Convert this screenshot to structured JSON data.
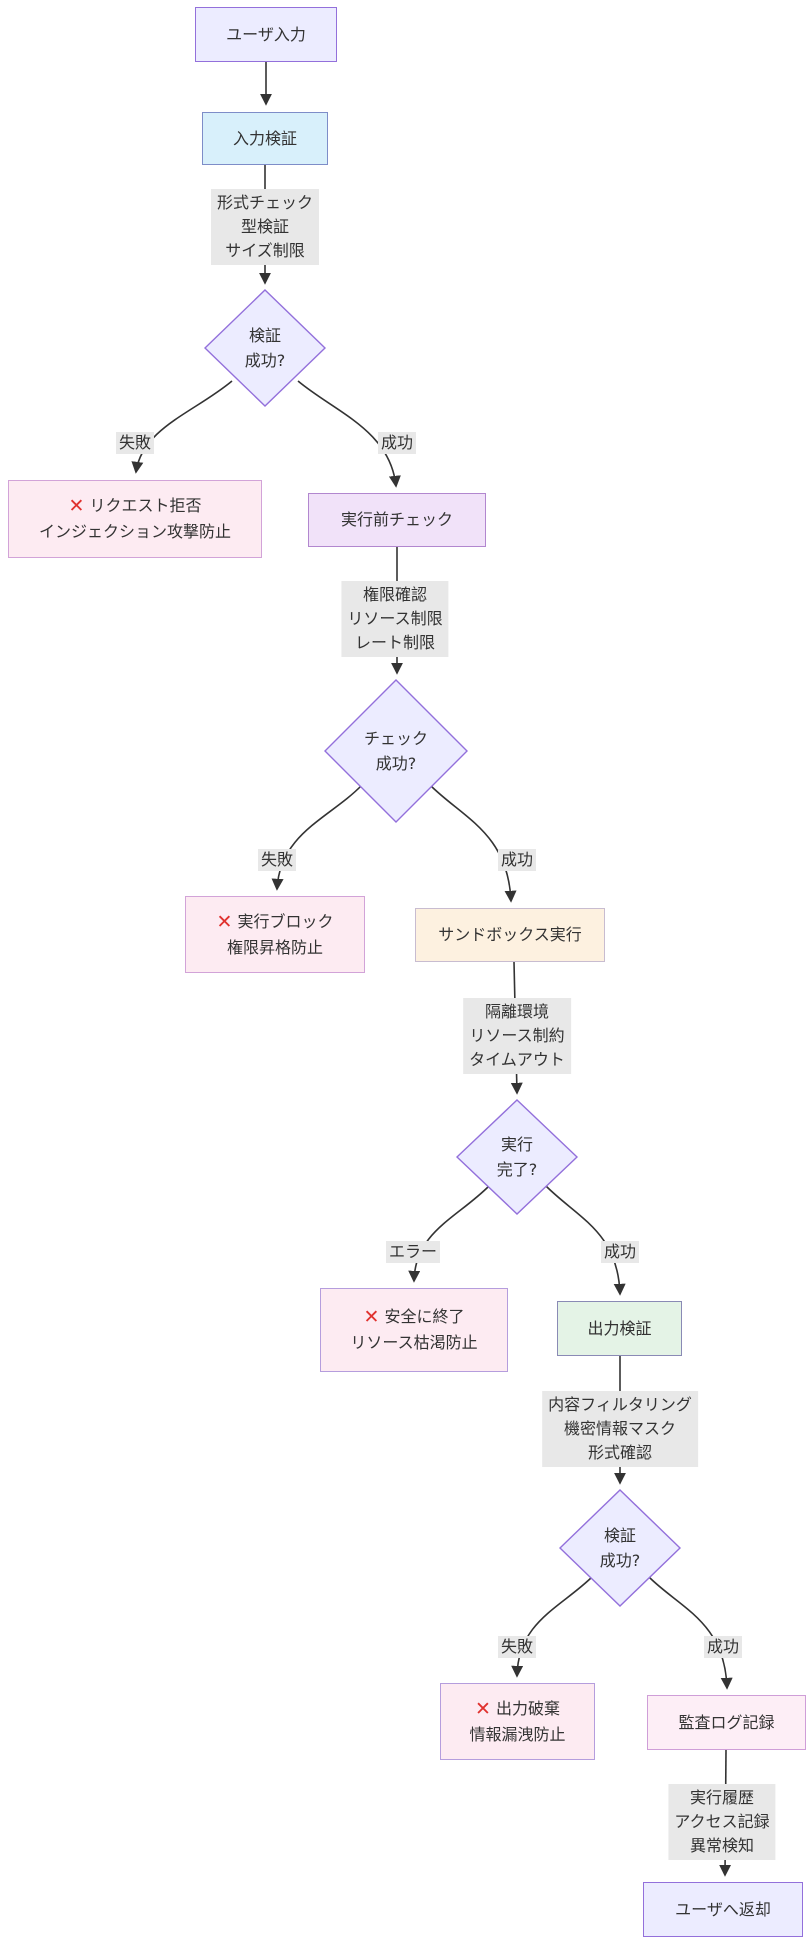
{
  "icons": {
    "cross": "✕"
  },
  "colors": {
    "node_default_fill": "#ECECFF",
    "node_default_border": "#9370DB",
    "input_validation_fill": "#d8f0fb",
    "pre_exec_check_fill": "#f1e2f9",
    "sandbox_fill": "#fdf1e0",
    "output_validation_fill": "#e4f3e6",
    "audit_log_fill": "#fdeef6",
    "reject_fill": "#fdebf2",
    "edge_label_bg": "#e8e8e8",
    "line_color": "#333333",
    "cross_red": "#e0312e"
  },
  "nodes": {
    "user_input": {
      "label": "ユーザ入力"
    },
    "input_validation": {
      "label": "入力検証"
    },
    "validation_ok": {
      "lines": [
        "検証",
        "成功?"
      ]
    },
    "request_reject": {
      "lines": [
        "リクエスト拒否",
        "インジェクション攻撃防止"
      ]
    },
    "pre_exec_check": {
      "label": "実行前チェック"
    },
    "check_ok": {
      "lines": [
        "チェック",
        "成功?"
      ]
    },
    "exec_block": {
      "lines": [
        "実行ブロック",
        "権限昇格防止"
      ]
    },
    "sandbox_exec": {
      "label": "サンドボックス実行"
    },
    "exec_done": {
      "lines": [
        "実行",
        "完了?"
      ]
    },
    "safe_end": {
      "lines": [
        "安全に終了",
        "リソース枯渇防止"
      ]
    },
    "output_validation": {
      "label": "出力検証"
    },
    "output_ok": {
      "lines": [
        "検証",
        "成功?"
      ]
    },
    "output_discard": {
      "lines": [
        "出力破棄",
        "情報漏洩防止"
      ]
    },
    "audit_log": {
      "label": "監査ログ記録"
    },
    "return_user": {
      "label": "ユーザへ返却"
    }
  },
  "edge_labels": {
    "l1": {
      "lines": [
        "形式チェック",
        "型検証",
        "サイズ制限"
      ]
    },
    "l2": {
      "lines": [
        "権限確認",
        "リソース制限",
        "レート制限"
      ]
    },
    "l3": {
      "lines": [
        "隔離環境",
        "リソース制約",
        "タイムアウト"
      ]
    },
    "l4": {
      "lines": [
        "内容フィルタリング",
        "機密情報マスク",
        "形式確認"
      ]
    },
    "l5": {
      "lines": [
        "実行履歴",
        "アクセス記録",
        "異常検知"
      ]
    }
  },
  "branch_labels": {
    "b1_fail": "失敗",
    "b1_ok": "成功",
    "b2_fail": "失敗",
    "b2_ok": "成功",
    "b3_err": "エラー",
    "b3_ok": "成功",
    "b4_fail": "失敗",
    "b4_ok": "成功"
  }
}
